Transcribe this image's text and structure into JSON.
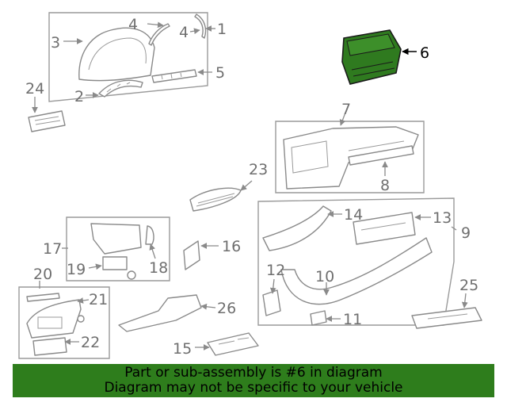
{
  "highlight_color": "#2f7a1f",
  "callouts": {
    "c1": "1",
    "c2": "2",
    "c3": "3",
    "c4a": "4",
    "c4b": "4",
    "c5": "5",
    "c6": "6",
    "c7": "7",
    "c8": "8",
    "c9": "9",
    "c10": "10",
    "c11": "11",
    "c12": "12",
    "c13": "13",
    "c14": "14",
    "c15": "15",
    "c16": "16",
    "c17": "17",
    "c18": "18",
    "c19": "19",
    "c20": "20",
    "c21": "21",
    "c22": "22",
    "c23": "23",
    "c24": "24",
    "c25": "25",
    "c26": "26"
  },
  "footer": {
    "line1": "Part or sub-assembly is #6 in diagram",
    "line2": "Diagram may not be specific to your vehicle"
  }
}
